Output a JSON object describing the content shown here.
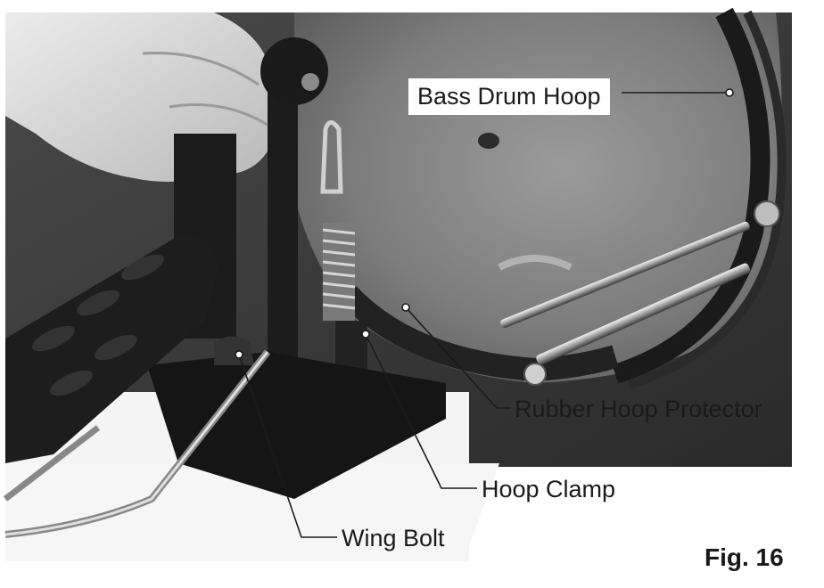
{
  "figure": {
    "label": "Fig. 16",
    "callouts": {
      "bass_drum_hoop": "Bass Drum Hoop",
      "rubber_hoop_protector": "Rubber  Hoop Protector",
      "hoop_clamp": "Hoop Clamp",
      "wing_bolt": "Wing Bolt"
    }
  }
}
